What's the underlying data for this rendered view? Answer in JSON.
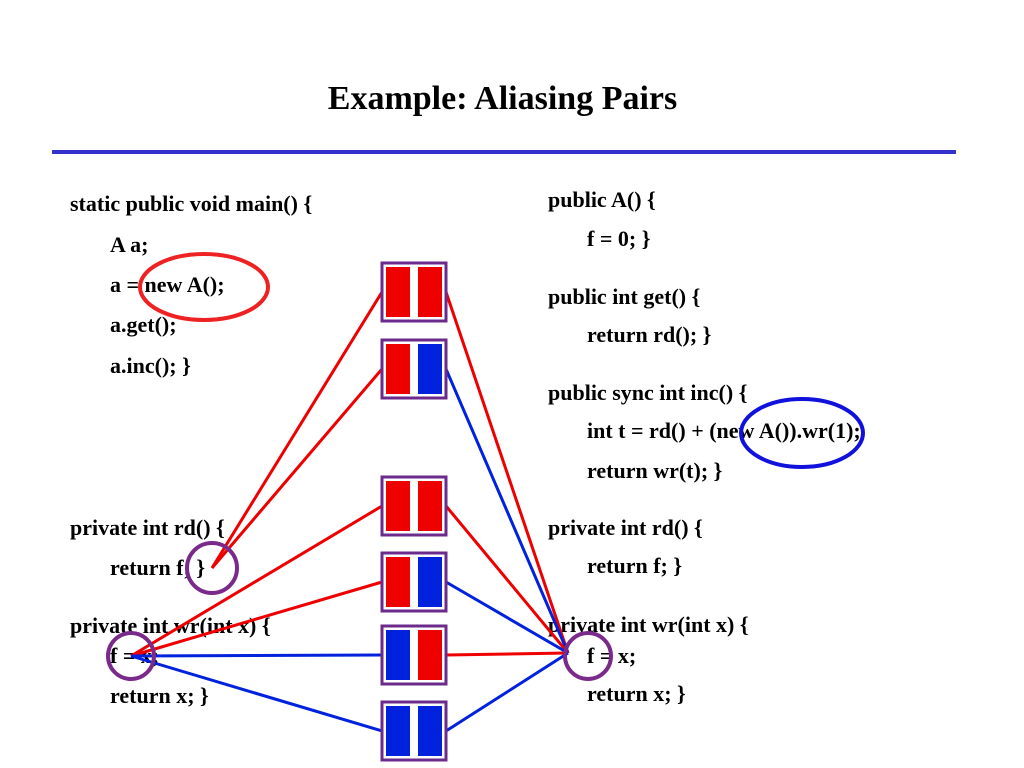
{
  "title": "Example: Aliasing Pairs",
  "left_code": [
    "static public void main() {",
    "A a;",
    "a = new A();",
    "a.get();",
    "a.inc(); }",
    "private int rd() {",
    "return f; }",
    "private int wr(int x) {",
    "f = x;",
    "return x; }"
  ],
  "right_code": [
    "public A() {",
    "f = 0; }",
    "public int get() {",
    "return rd(); }",
    "public sync int inc() {",
    "int t = rd() + (new A()).wr(1);",
    "return wr(t); }",
    "private int rd() {",
    "return f; }",
    "private int wr(int x) {",
    "f = x;",
    "return x; }"
  ],
  "aliasing_pairs": [
    {
      "left": "red",
      "right": "red"
    },
    {
      "left": "red",
      "right": "blue"
    },
    {
      "left": "red",
      "right": "red"
    },
    {
      "left": "red",
      "right": "blue"
    },
    {
      "left": "blue",
      "right": "red"
    },
    {
      "left": "blue",
      "right": "blue"
    }
  ],
  "colors": {
    "rule": "#3333cc",
    "red": "#ee0000",
    "blue": "#0022dd",
    "box_border": "#6b2a8c",
    "read_circle": "#7a2a8a",
    "alloc_main_circle": "#ee2222",
    "alloc_inc_circle": "#1111dd"
  }
}
